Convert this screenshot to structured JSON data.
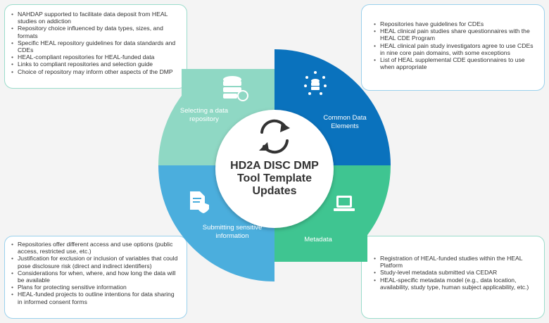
{
  "center": {
    "title_lines": [
      "HD2A DISC DMP",
      "Tool Template",
      "Updates"
    ]
  },
  "quadrants": {
    "top_left": {
      "label": "Selecting a data repository",
      "color": "#8fd8c4",
      "icon": "database-refresh-icon"
    },
    "top_right": {
      "label": "Common Data Elements",
      "color": "#0a72bd",
      "icon": "database-network-icon"
    },
    "bottom_left": {
      "label": "Submitting sensitive information",
      "color": "#4baedd",
      "icon": "document-shield-icon"
    },
    "bottom_right": {
      "label": "Metadata",
      "color": "#3fc591",
      "icon": "code-laptop-icon"
    }
  },
  "boxes": {
    "top_left": [
      "NAHDAP supported to facilitate data deposit from HEAL studies on addiction",
      "Repository choice influenced by data types, sizes, and formats",
      "Specific HEAL repository guidelines for data standards  and CDEs",
      "HEAL-compliant repositories for HEAL-funded data",
      "Links to compliant repositories and selection guide",
      "Choice of repository may inform other aspects of the DMP"
    ],
    "top_right": [
      "Repositories have guidelines for CDEs",
      "HEAL clinical pain studies share questionnaires with the HEAL CDE Program",
      "HEAL clinical pain study investigators agree to use CDEs in nine core pain domains, with some exceptions",
      "List of HEAL supplemental CDE questionnaires to use when appropriate"
    ],
    "bottom_left": [
      "Repositories offer different access and use options (public access, restricted use, etc.)",
      "Justification for exclusion or inclusion of variables that could pose disclosure risk (direct and indirect identifiers)",
      "Considerations for when, where, and how long the data will be available",
      "Plans for protecting sensitive information",
      "HEAL-funded projects to outline intentions for data sharing in informed consent forms"
    ],
    "bottom_right": [
      "Registration of HEAL-funded studies within the HEAL Platform",
      "Study-level metadata submitted via CEDAR",
      "HEAL-specific metadata model (e.g., data location, availability, study type, human subject applicability, etc.)"
    ]
  },
  "colors": {
    "background": "#f4f4f4",
    "center_circle": "#ffffff",
    "cycle_arrows": "#333333"
  }
}
